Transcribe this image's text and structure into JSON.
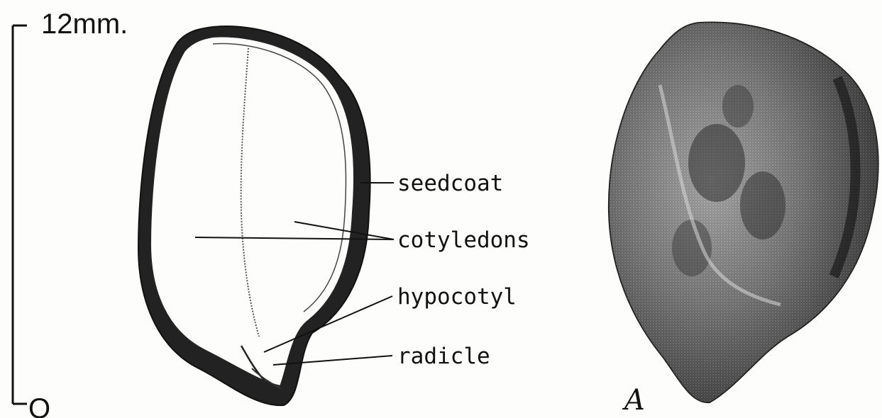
{
  "scale_bar": {
    "top_label": "12mm.",
    "bottom_label": "O"
  },
  "labels": {
    "seedcoat": "seedcoat",
    "cotyledons": "cotyledons",
    "hypocotyl": "hypocotyl",
    "radicle": "radicle"
  },
  "figure_letter": "A",
  "colors": {
    "ink": "#111111",
    "paper": "#fdfdfc",
    "shell_dark": "#2a2a2a",
    "shell_mid": "#6b6b6b"
  }
}
